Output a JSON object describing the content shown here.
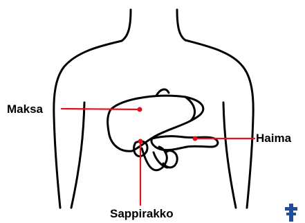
{
  "labels": {
    "liver": "Maksa",
    "pancreas": "Haima",
    "gallbladder": "Sappirakko"
  },
  "colors": {
    "outline": "#000000",
    "pointer": "#e0101e",
    "logo": "#1f4e9c"
  },
  "icons": {
    "logo": "cross-logo-icon"
  }
}
